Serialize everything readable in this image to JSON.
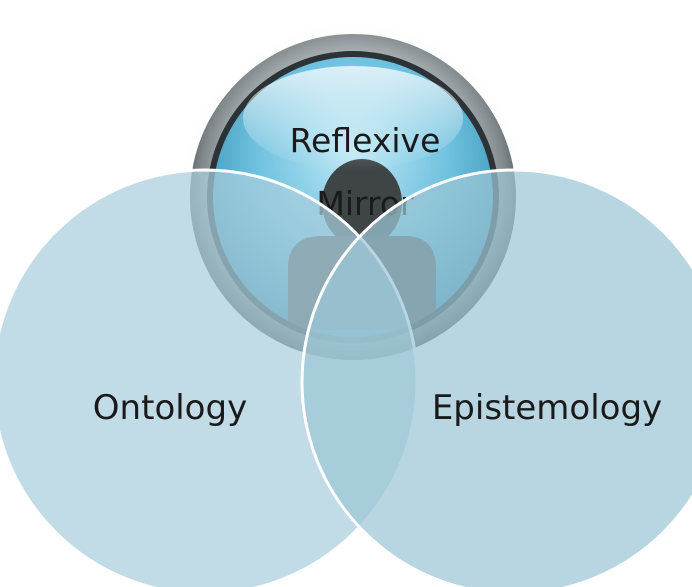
{
  "diagram": {
    "center_label": "Reflexive Mirror",
    "left_label": "Ontology",
    "right_label": "Epistemology"
  },
  "icons": {
    "center": "person-silhouette-icon"
  },
  "colors": {
    "circle_fill": "#a9cfdc",
    "circle_stroke": "#ffffff",
    "mirror_glass": "#5bb7d8",
    "mirror_frame": "#8e9699",
    "person": "#4a4f52",
    "text": "#1a1a1a"
  }
}
